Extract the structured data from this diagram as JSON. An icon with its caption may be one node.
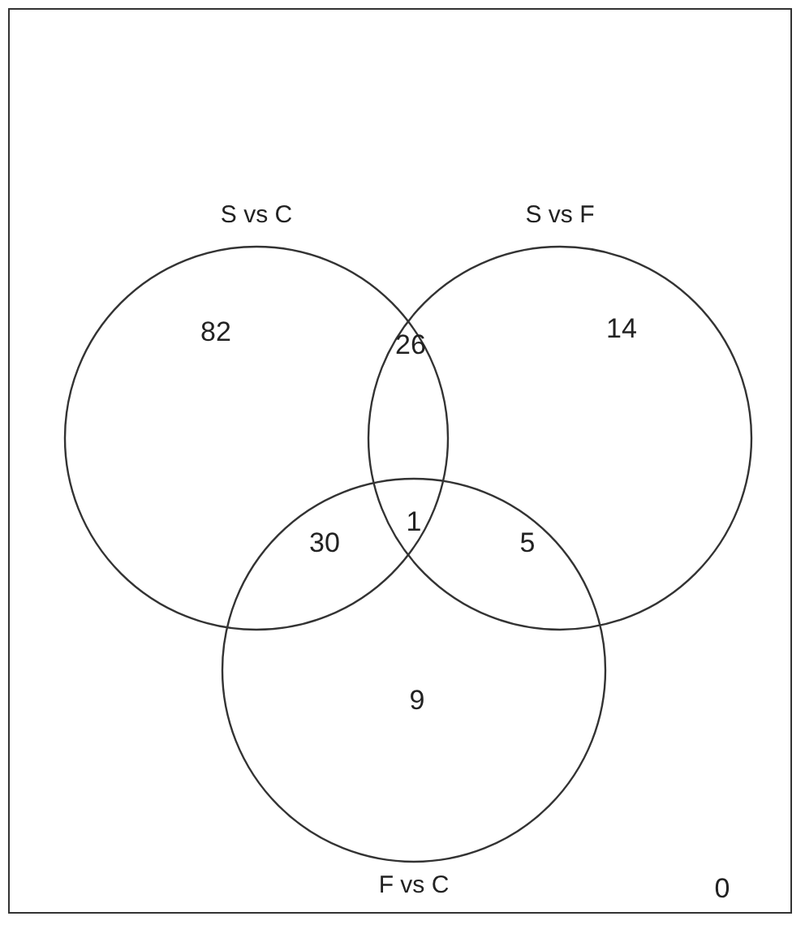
{
  "diagram": {
    "nodes": [
      {
        "text": [
          "S vs C"
        ]
      },
      {
        "text": [
          "S vs F"
        ]
      },
      {
        "text": [
          "F vs C"
        ]
      }
    ],
    "edges": [],
    "labels": [
      "82",
      "26",
      "14",
      "30",
      "1",
      "5",
      "9",
      "0"
    ]
  }
}
